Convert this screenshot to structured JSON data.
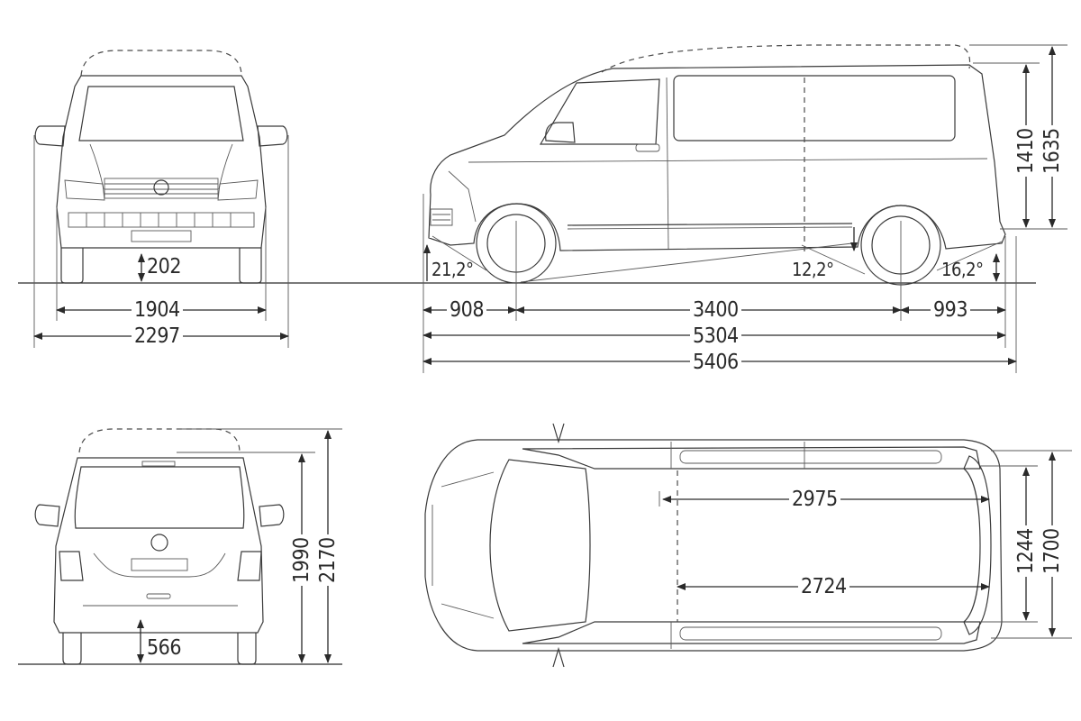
{
  "diagram": {
    "type": "vehicle-dimension-drawing",
    "units": "mm",
    "views": {
      "front": {
        "ground_clearance": "202",
        "track_width": "1904",
        "width_with_mirrors": "2297"
      },
      "side": {
        "approach_angle": "21,2°",
        "ramp_angle": "12,2°",
        "departure_angle": "16,2°",
        "front_overhang": "908",
        "wheelbase": "3400",
        "rear_overhang": "993",
        "length": "5304",
        "length_with_towbar": "5406",
        "interior_height": "1410",
        "interior_height_high_roof": "1635"
      },
      "rear": {
        "loading_sill_height": "566",
        "height": "1990",
        "height_high_roof": "2170"
      },
      "top": {
        "cargo_length_floor": "2975",
        "cargo_length_upper": "2724",
        "width_between_wheel_arches": "1244",
        "cargo_width": "1700"
      }
    }
  }
}
